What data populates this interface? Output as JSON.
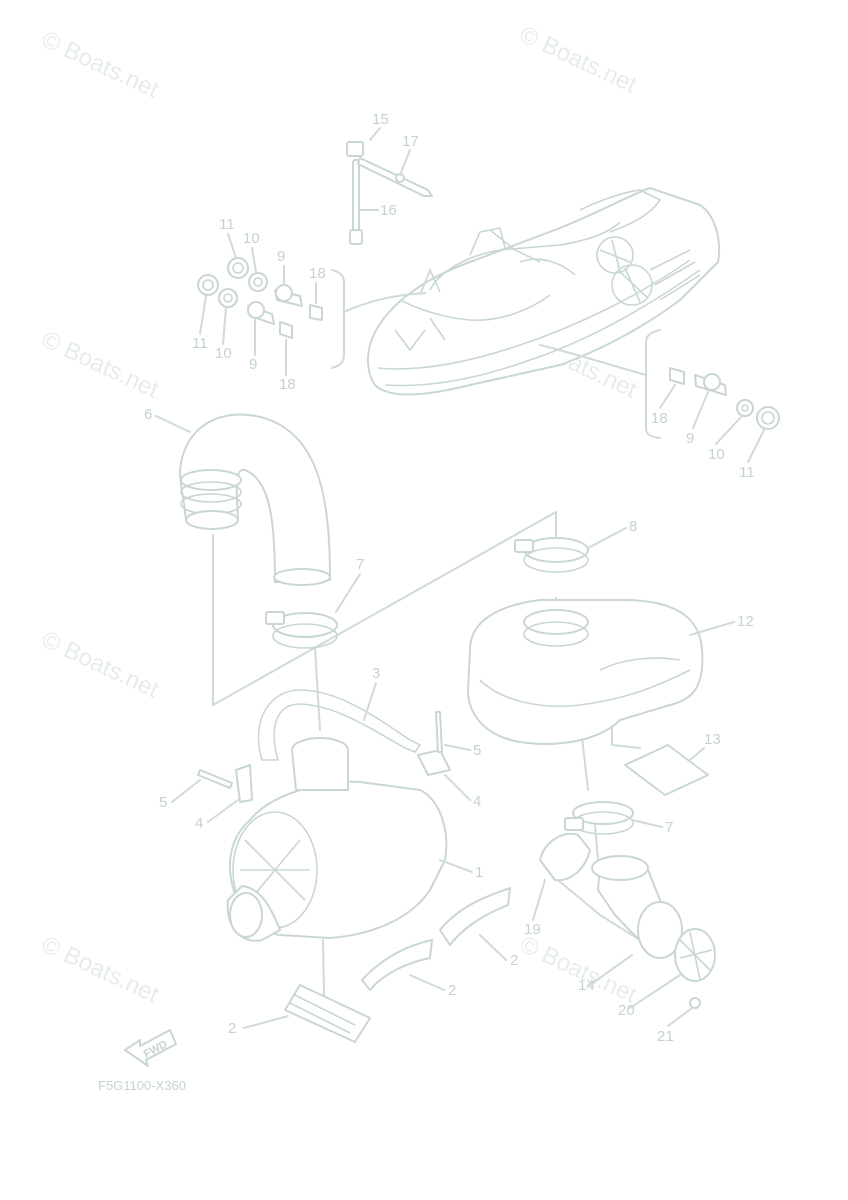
{
  "watermark": "© Boats.net",
  "diagram_code": "F5G1100-X360",
  "fwd_label": "FWD",
  "callouts": [
    {
      "id": "c15",
      "text": "15"
    },
    {
      "id": "c17",
      "text": "17"
    },
    {
      "id": "c16",
      "text": "16"
    },
    {
      "id": "c11a",
      "text": "11"
    },
    {
      "id": "c10a",
      "text": "10"
    },
    {
      "id": "c9a",
      "text": "9"
    },
    {
      "id": "c18a",
      "text": "18"
    },
    {
      "id": "c11b",
      "text": "11"
    },
    {
      "id": "c10b",
      "text": "10"
    },
    {
      "id": "c9b",
      "text": "9"
    },
    {
      "id": "c18b",
      "text": "18"
    },
    {
      "id": "c18c",
      "text": "18"
    },
    {
      "id": "c9c",
      "text": "9"
    },
    {
      "id": "c10c",
      "text": "10"
    },
    {
      "id": "c11c",
      "text": "11"
    },
    {
      "id": "c6",
      "text": "6"
    },
    {
      "id": "c8",
      "text": "8"
    },
    {
      "id": "c7a",
      "text": "7"
    },
    {
      "id": "c12",
      "text": "12"
    },
    {
      "id": "c3",
      "text": "3"
    },
    {
      "id": "c5a",
      "text": "5"
    },
    {
      "id": "c4a",
      "text": "4"
    },
    {
      "id": "c13",
      "text": "13"
    },
    {
      "id": "c5b",
      "text": "5"
    },
    {
      "id": "c4b",
      "text": "4"
    },
    {
      "id": "c7b",
      "text": "7"
    },
    {
      "id": "c1",
      "text": "1"
    },
    {
      "id": "c19",
      "text": "19"
    },
    {
      "id": "c2a",
      "text": "2"
    },
    {
      "id": "c2b",
      "text": "2"
    },
    {
      "id": "c14",
      "text": "14"
    },
    {
      "id": "c20",
      "text": "20"
    },
    {
      "id": "c2c",
      "text": "2"
    },
    {
      "id": "c21",
      "text": "21"
    }
  ]
}
